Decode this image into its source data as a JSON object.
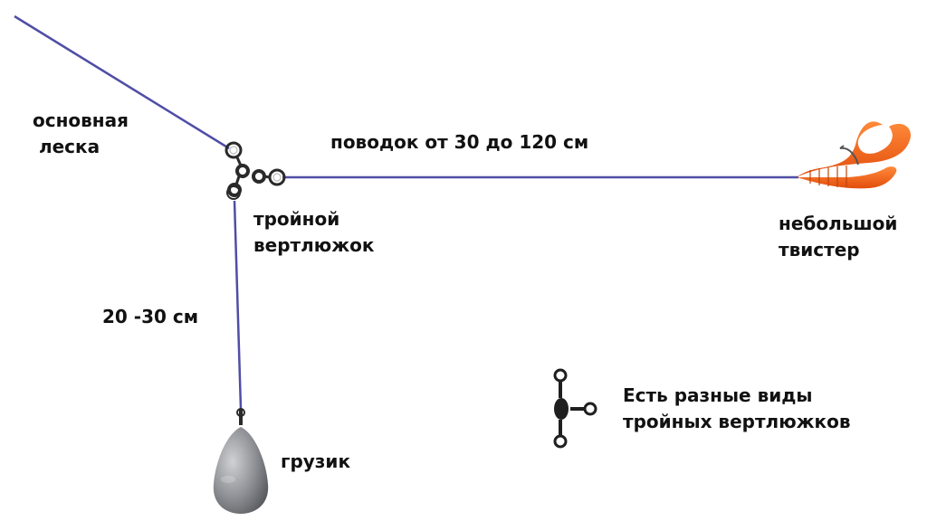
{
  "colors": {
    "line": "#4f4ea6",
    "metal": "#2a2a2a",
    "lure": "#f36a1a",
    "lure_dark": "#d24a0a",
    "weight": "#8f9196",
    "text": "#111111"
  },
  "labels": {
    "main_line": [
      "основная",
      " леска"
    ],
    "leader": "поводок от 30 до 120 см",
    "swivel": [
      "тройной",
      "вертлюжок"
    ],
    "drop_length": "20 -30 см",
    "twister": [
      "небольшой",
      "твистер"
    ],
    "sinker": "грузик",
    "note": [
      "Есть разные виды",
      "тройных вертлюжков"
    ]
  },
  "icons": [
    "three-way-swivel-icon",
    "twister-lure-icon",
    "sinker-weight-icon",
    "swivel-example-icon"
  ]
}
